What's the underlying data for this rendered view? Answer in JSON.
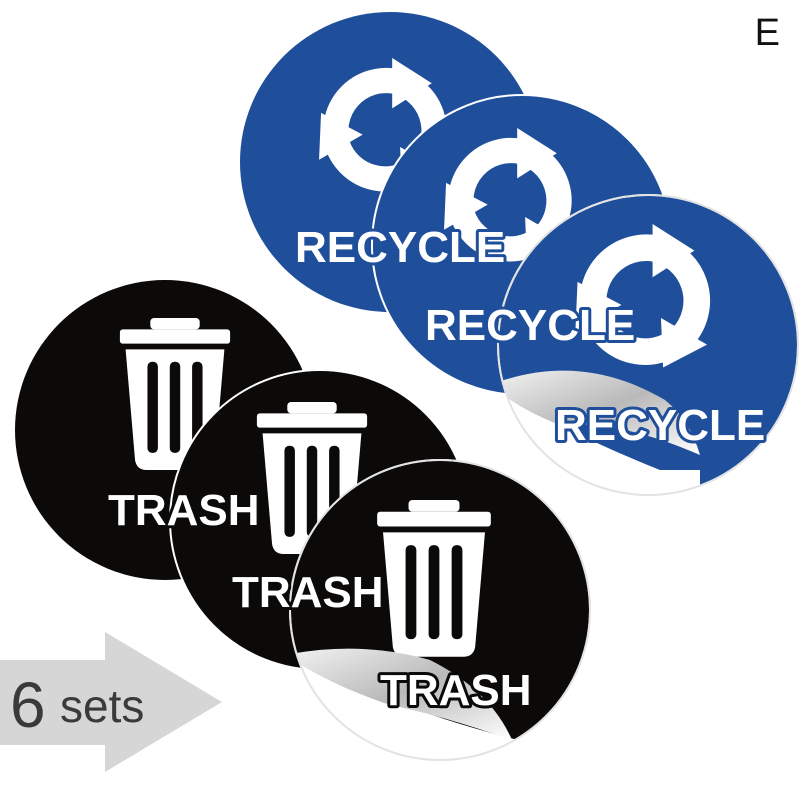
{
  "corner_letter": "E",
  "recycle_label": "RECYCLE",
  "trash_label": "TRASH",
  "sets_count": "6",
  "sets_word": "sets",
  "colors": {
    "recycle_blue": "#1f4f9b",
    "trash_black": "#0c0a09",
    "arrow_gray": "#d6d6d6"
  },
  "icons": [
    "recycle-icon",
    "trash-can-icon",
    "arrow-right-icon"
  ]
}
